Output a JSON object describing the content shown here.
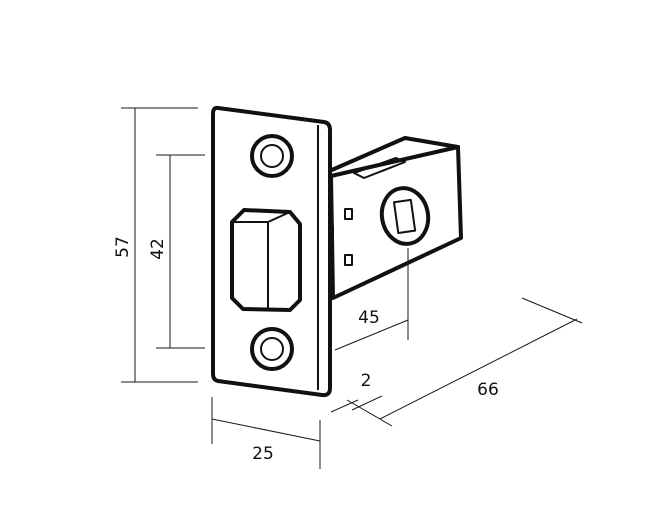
{
  "drawing": {
    "subject": "tubular latch",
    "line_color": "#111111",
    "background": "#ffffff"
  },
  "dimensions": {
    "faceplate_height": "57",
    "screw_spacing": "42",
    "faceplate_width": "25",
    "backset": "45",
    "faceplate_thickness": "2",
    "overall_depth": "66"
  }
}
